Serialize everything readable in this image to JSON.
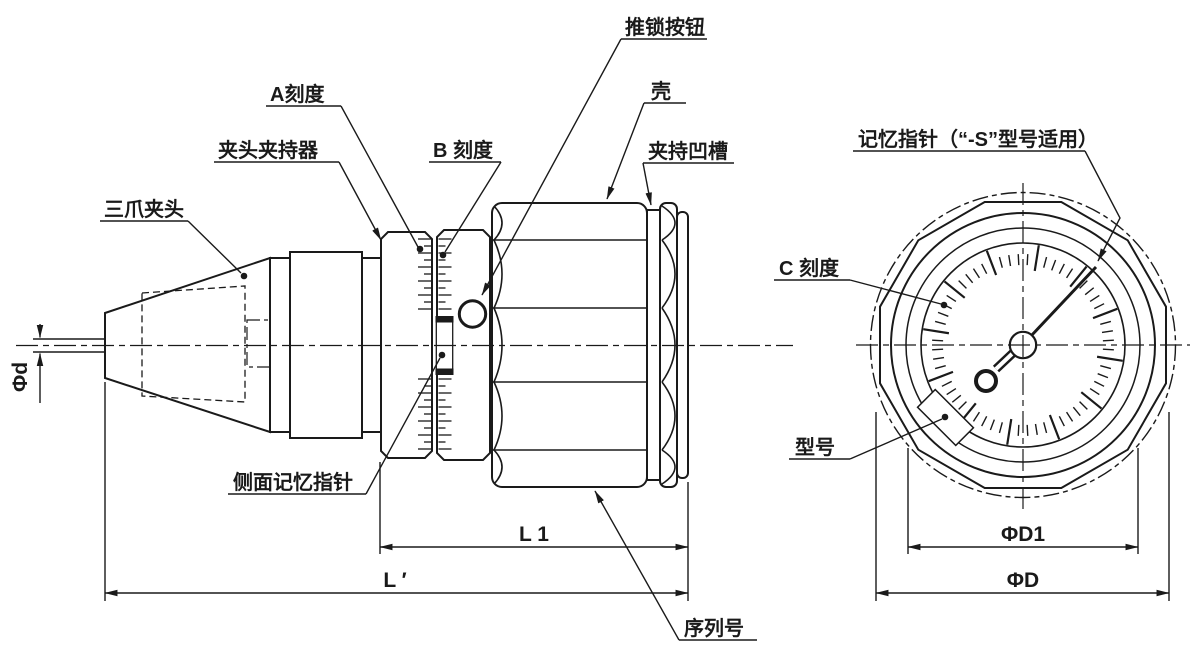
{
  "drawing": {
    "colors": {
      "ink": "#1a1a1a",
      "paper": "#ffffff"
    },
    "callouts": {
      "push_lock_button": "推锁按钮",
      "shell": "壳",
      "clamp_groove": "夹持凹槽",
      "scale_a": "A刻度",
      "chuck_holder": "夹头夹持器",
      "scale_b": "B 刻度",
      "three_jaw_chuck": "三爪夹头",
      "memory_pointer": "记忆指针（“-S”型号适用）",
      "scale_c": "C 刻度",
      "model": "型号",
      "side_memory_pointer": "侧面记忆指针",
      "serial_number": "序列号"
    },
    "dimensions": {
      "phi_d": "Φd",
      "l1": "L 1",
      "l_prime": "L ′",
      "phi_d1": "ΦD1",
      "phi_D": "ΦD"
    }
  }
}
